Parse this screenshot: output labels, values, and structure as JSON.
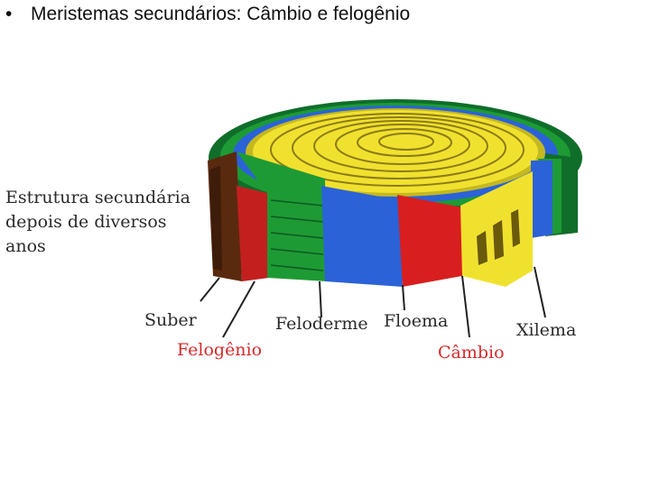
{
  "slide": {
    "bullet": "•",
    "title": "Meristemas secundários: Câmbio e felogênio"
  },
  "figure": {
    "caption_lines": [
      "Estrutura secundária",
      "depois de diversos",
      "anos"
    ],
    "labels": {
      "suber": "Suber",
      "felogenio": "Felogênio",
      "feloderme": "Feloderme",
      "floema": "Floema",
      "cambio": "Câmbio",
      "xilema": "Xilema"
    },
    "layer_colors": {
      "suber": "#5a2a0e",
      "felogenio": "#c41f1f",
      "feloderme": "#1f9a34",
      "floema": "#2058d8",
      "cambio": "#d81e1e",
      "xilema": "#f2e42a",
      "label_highlight": "#d42a2a"
    }
  }
}
